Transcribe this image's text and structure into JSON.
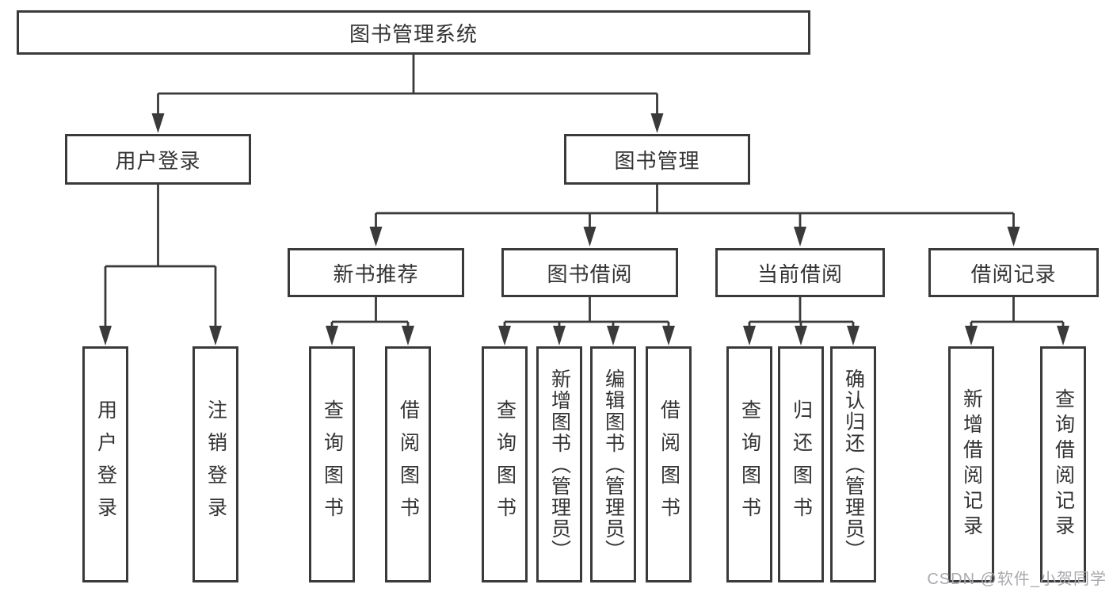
{
  "diagram": {
    "root": {
      "label": "图书管理系统"
    },
    "level2": [
      {
        "label": "用户登录"
      },
      {
        "label": "图书管理"
      }
    ],
    "level3": [
      {
        "label": "新书推荐"
      },
      {
        "label": "图书借阅"
      },
      {
        "label": "当前借阅"
      },
      {
        "label": "借阅记录"
      }
    ],
    "leaves": {
      "user_login": [
        "用户登录",
        "注销登录"
      ],
      "new_book_recommend": [
        "查询图书",
        "借阅图书"
      ],
      "book_borrow": [
        "查询图书",
        "新增图书（管理员）",
        "编辑图书（管理员）",
        "借阅图书"
      ],
      "current_borrow": [
        "查询图书",
        "归还图书",
        "确认归还（管理员）"
      ],
      "borrow_record": [
        "新增借阅记录",
        "查询借阅记录"
      ]
    }
  },
  "watermark": {
    "text": "CSDN @软件_小贺同学"
  },
  "colors": {
    "line": "#3a3a3a",
    "text": "#333333",
    "watermark": "#a9aaae",
    "background": "#ffffff"
  }
}
